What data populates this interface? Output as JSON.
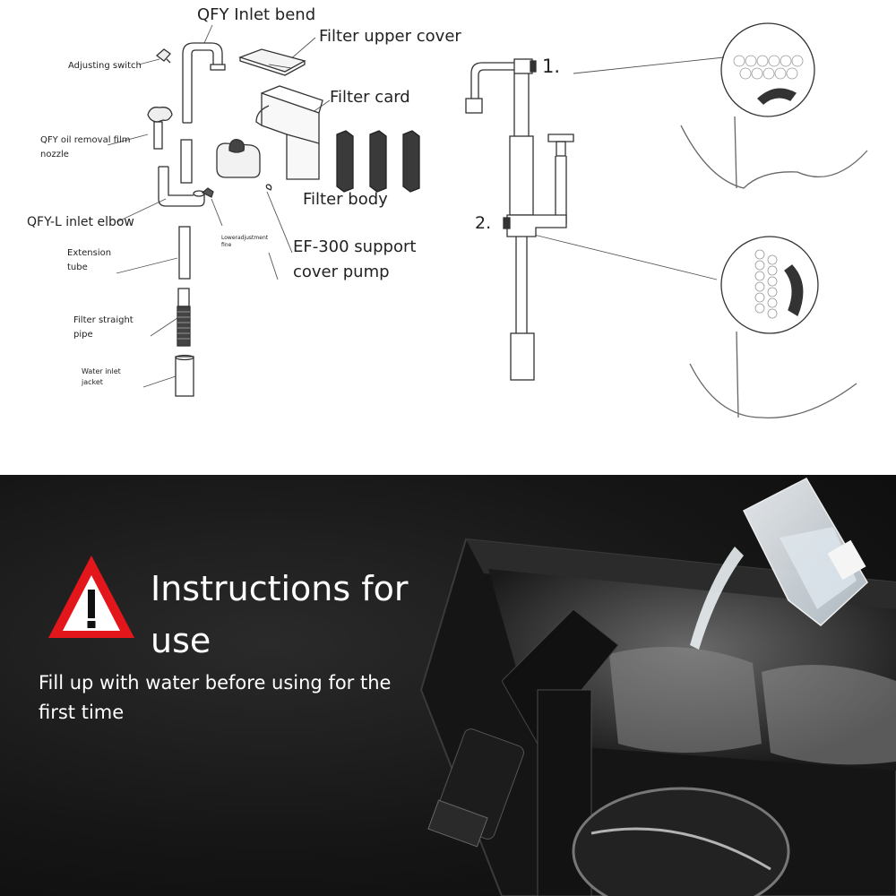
{
  "diagram": {
    "labels": {
      "inlet_bend": "QFY Inlet bend",
      "upper_cover": "Filter upper cover",
      "adjusting_switch": "Adjusting switch",
      "filter_card": "Filter card",
      "oil_removal": "QFY oil removal film nozzle",
      "filter_body": "Filter body",
      "inlet_elbow": "QFY-L inlet elbow",
      "lower_adjustment": "Loweradjustment fine",
      "ef300": "EF-300 support cover pump",
      "extension_tube": "Extension tube",
      "straight_pipe": "Filter straight pipe",
      "water_jacket": "Water inlet jacket"
    },
    "steps": {
      "step1": "1.",
      "step2": "2."
    }
  },
  "photo": {
    "title": "Instructions for use",
    "body": "Fill up with water before using for the first time",
    "warning_icon": "warning-triangle-icon",
    "warning_color": "#e3161b"
  }
}
